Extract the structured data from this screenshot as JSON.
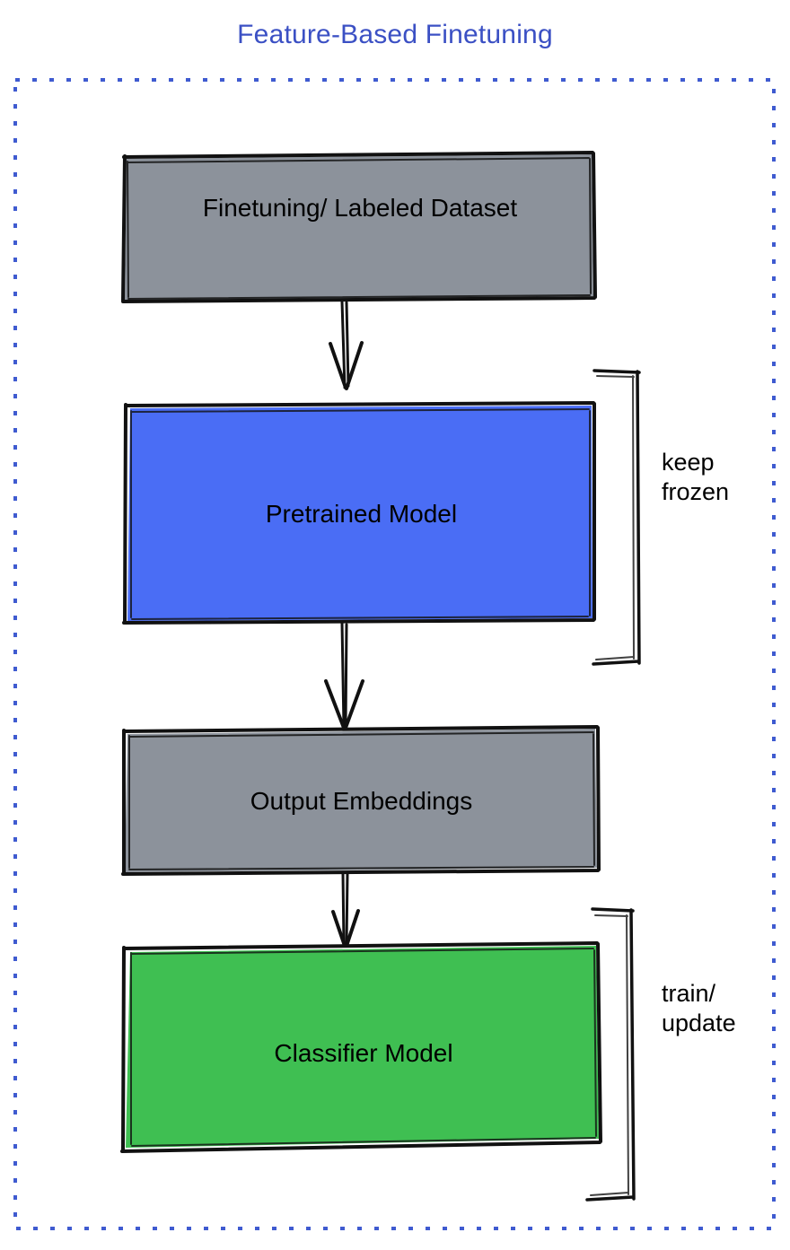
{
  "title": "Feature-Based Finetuning",
  "colors": {
    "title_blue": "#3b50c4",
    "border_dashed_blue": "#3f5bd0",
    "gray_fill": "#8c929b",
    "blue_fill": "#4a6df5",
    "green_fill": "#3fbf52",
    "stroke_black": "#111111",
    "text_black": "#000000",
    "background": "#ffffff"
  },
  "nodes": [
    {
      "id": "dataset",
      "label": "Finetuning/ Labeled Dataset",
      "fill": "#8c929b",
      "shape": "rectangle"
    },
    {
      "id": "pretrained",
      "label": "Pretrained Model",
      "fill": "#4a6df5",
      "shape": "rectangle"
    },
    {
      "id": "embeddings",
      "label": "Output Embeddings",
      "fill": "#8c929b",
      "shape": "rectangle"
    },
    {
      "id": "classifier",
      "label": "Classifier Model",
      "fill": "#3fbf52",
      "shape": "rectangle"
    }
  ],
  "annotations": [
    {
      "id": "keep-frozen",
      "lines": [
        "keep",
        "frozen"
      ],
      "target": "pretrained",
      "marker": "bracket"
    },
    {
      "id": "train-update",
      "lines": [
        "train/",
        "update"
      ],
      "target": "classifier",
      "marker": "bracket"
    }
  ],
  "edges": [
    {
      "from": "dataset",
      "to": "pretrained",
      "style": "arrow"
    },
    {
      "from": "pretrained",
      "to": "embeddings",
      "style": "arrow"
    },
    {
      "from": "embeddings",
      "to": "classifier",
      "style": "arrow"
    }
  ],
  "container": {
    "id": "outer-frame",
    "style": "dashed",
    "color": "#3f5bd0"
  }
}
